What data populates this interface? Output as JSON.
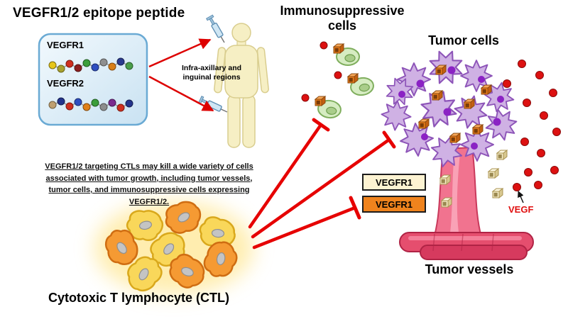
{
  "diagram": {
    "peptide_panel": {
      "title": "VEGFR1/2 epitope peptide",
      "vegfr1_label": "VEGFR1",
      "vegfr2_label": "VEGFR2"
    },
    "injection": {
      "site_text": "Infra-axillary and inguinal regions"
    },
    "immunosuppressive": {
      "title": "Immunosuppressive cells"
    },
    "tumor": {
      "cells_title": "Tumor cells",
      "vessels_title": "Tumor vessels",
      "vegf_label": "VEGF",
      "receptor_boxes": [
        "VEGFR1",
        "VEGFR1"
      ]
    },
    "ctl": {
      "label": "Cytotoxic T lymphocyte (CTL)",
      "description": "VEGFR1/2 targeting CTLs may kill a wide variety of cells associated with tumor growth, including tumor vessels, tumor cells, and immunosuppressive cells expressing VEGFR1/2."
    },
    "colors": {
      "inhibition_red": "#e60000",
      "vegf_red": "#dd1111",
      "ctl_yellow": "#f9d75a",
      "ctl_orange": "#f59a33",
      "tumor_purple": "#cfb1e4",
      "vessel_pink": "#e54e6e",
      "receptor_orange": "#ef7f1a",
      "receptor_cream": "#f7edc8",
      "panel_blue_border": "#6aaad4"
    }
  }
}
